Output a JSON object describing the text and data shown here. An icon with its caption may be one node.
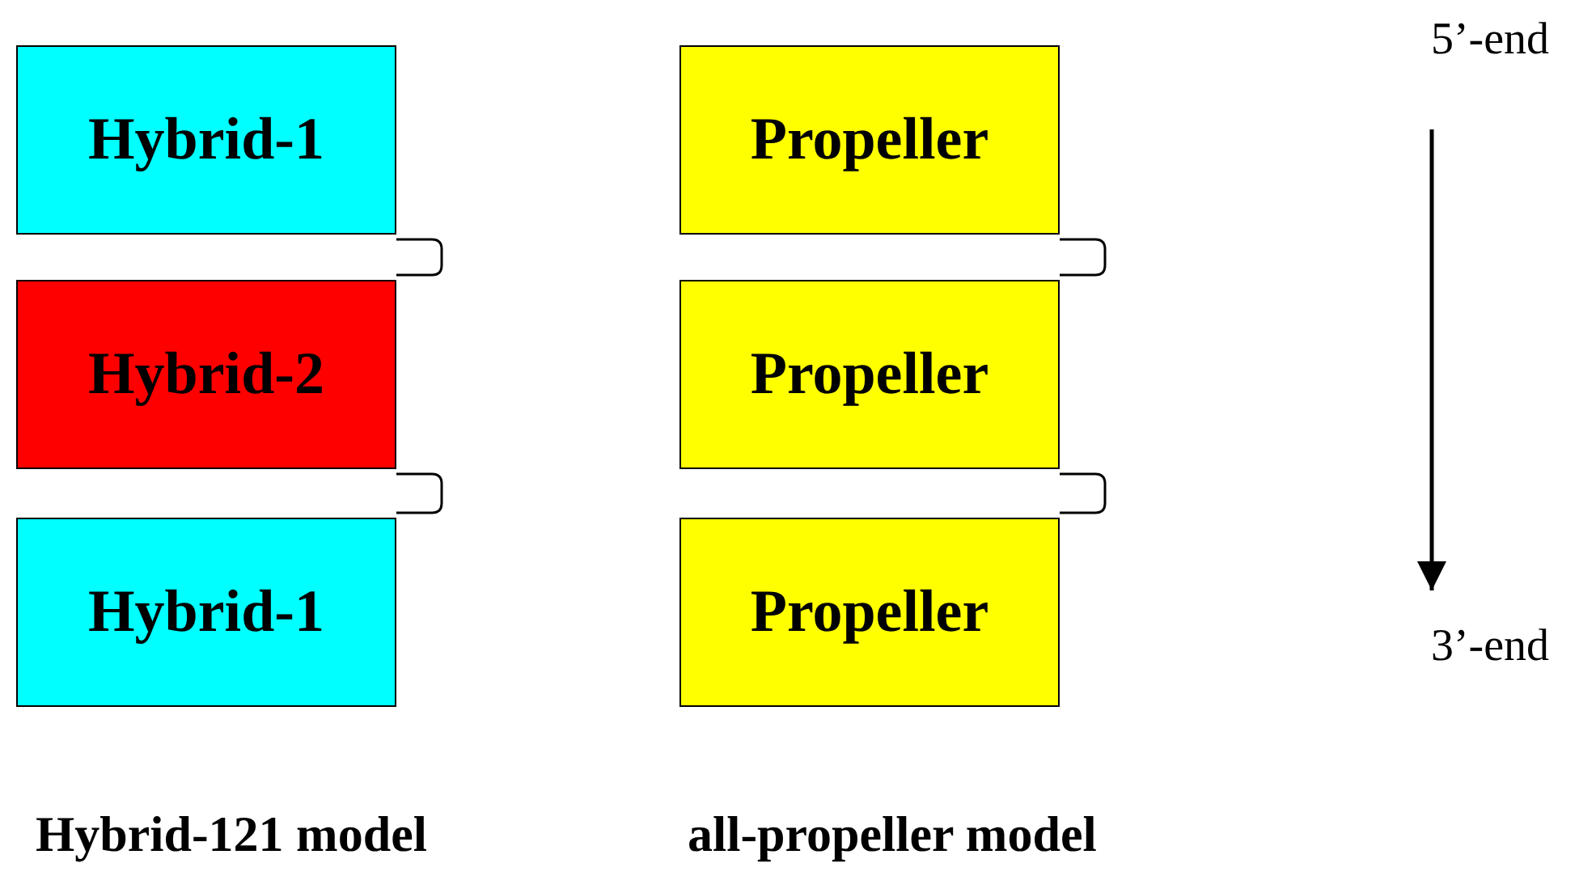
{
  "diagram": {
    "nodes": [
      {
        "text": [
          "Hybrid-1"
        ]
      },
      {
        "text": [
          "Hybrid-2"
        ]
      },
      {
        "text": [
          "Hybrid-1"
        ]
      },
      {
        "text": [
          "Propeller"
        ]
      },
      {
        "text": [
          "Propeller"
        ]
      },
      {
        "text": [
          "Propeller"
        ]
      },
      {
        "text": [
          "5’-end"
        ]
      },
      {
        "text": [
          "3’-end"
        ]
      }
    ],
    "edges": [
      {
        "from": 0,
        "to": 1,
        "arrow": "none"
      },
      {
        "from": 1,
        "to": 2,
        "arrow": "none"
      },
      {
        "from": 3,
        "to": 4,
        "arrow": "none"
      },
      {
        "from": 4,
        "to": 5,
        "arrow": "none"
      },
      {
        "from": 6,
        "to": 7,
        "arrow": "to"
      }
    ],
    "labels": [
      "Hybrid-121 model",
      "all-propeller model"
    ]
  }
}
